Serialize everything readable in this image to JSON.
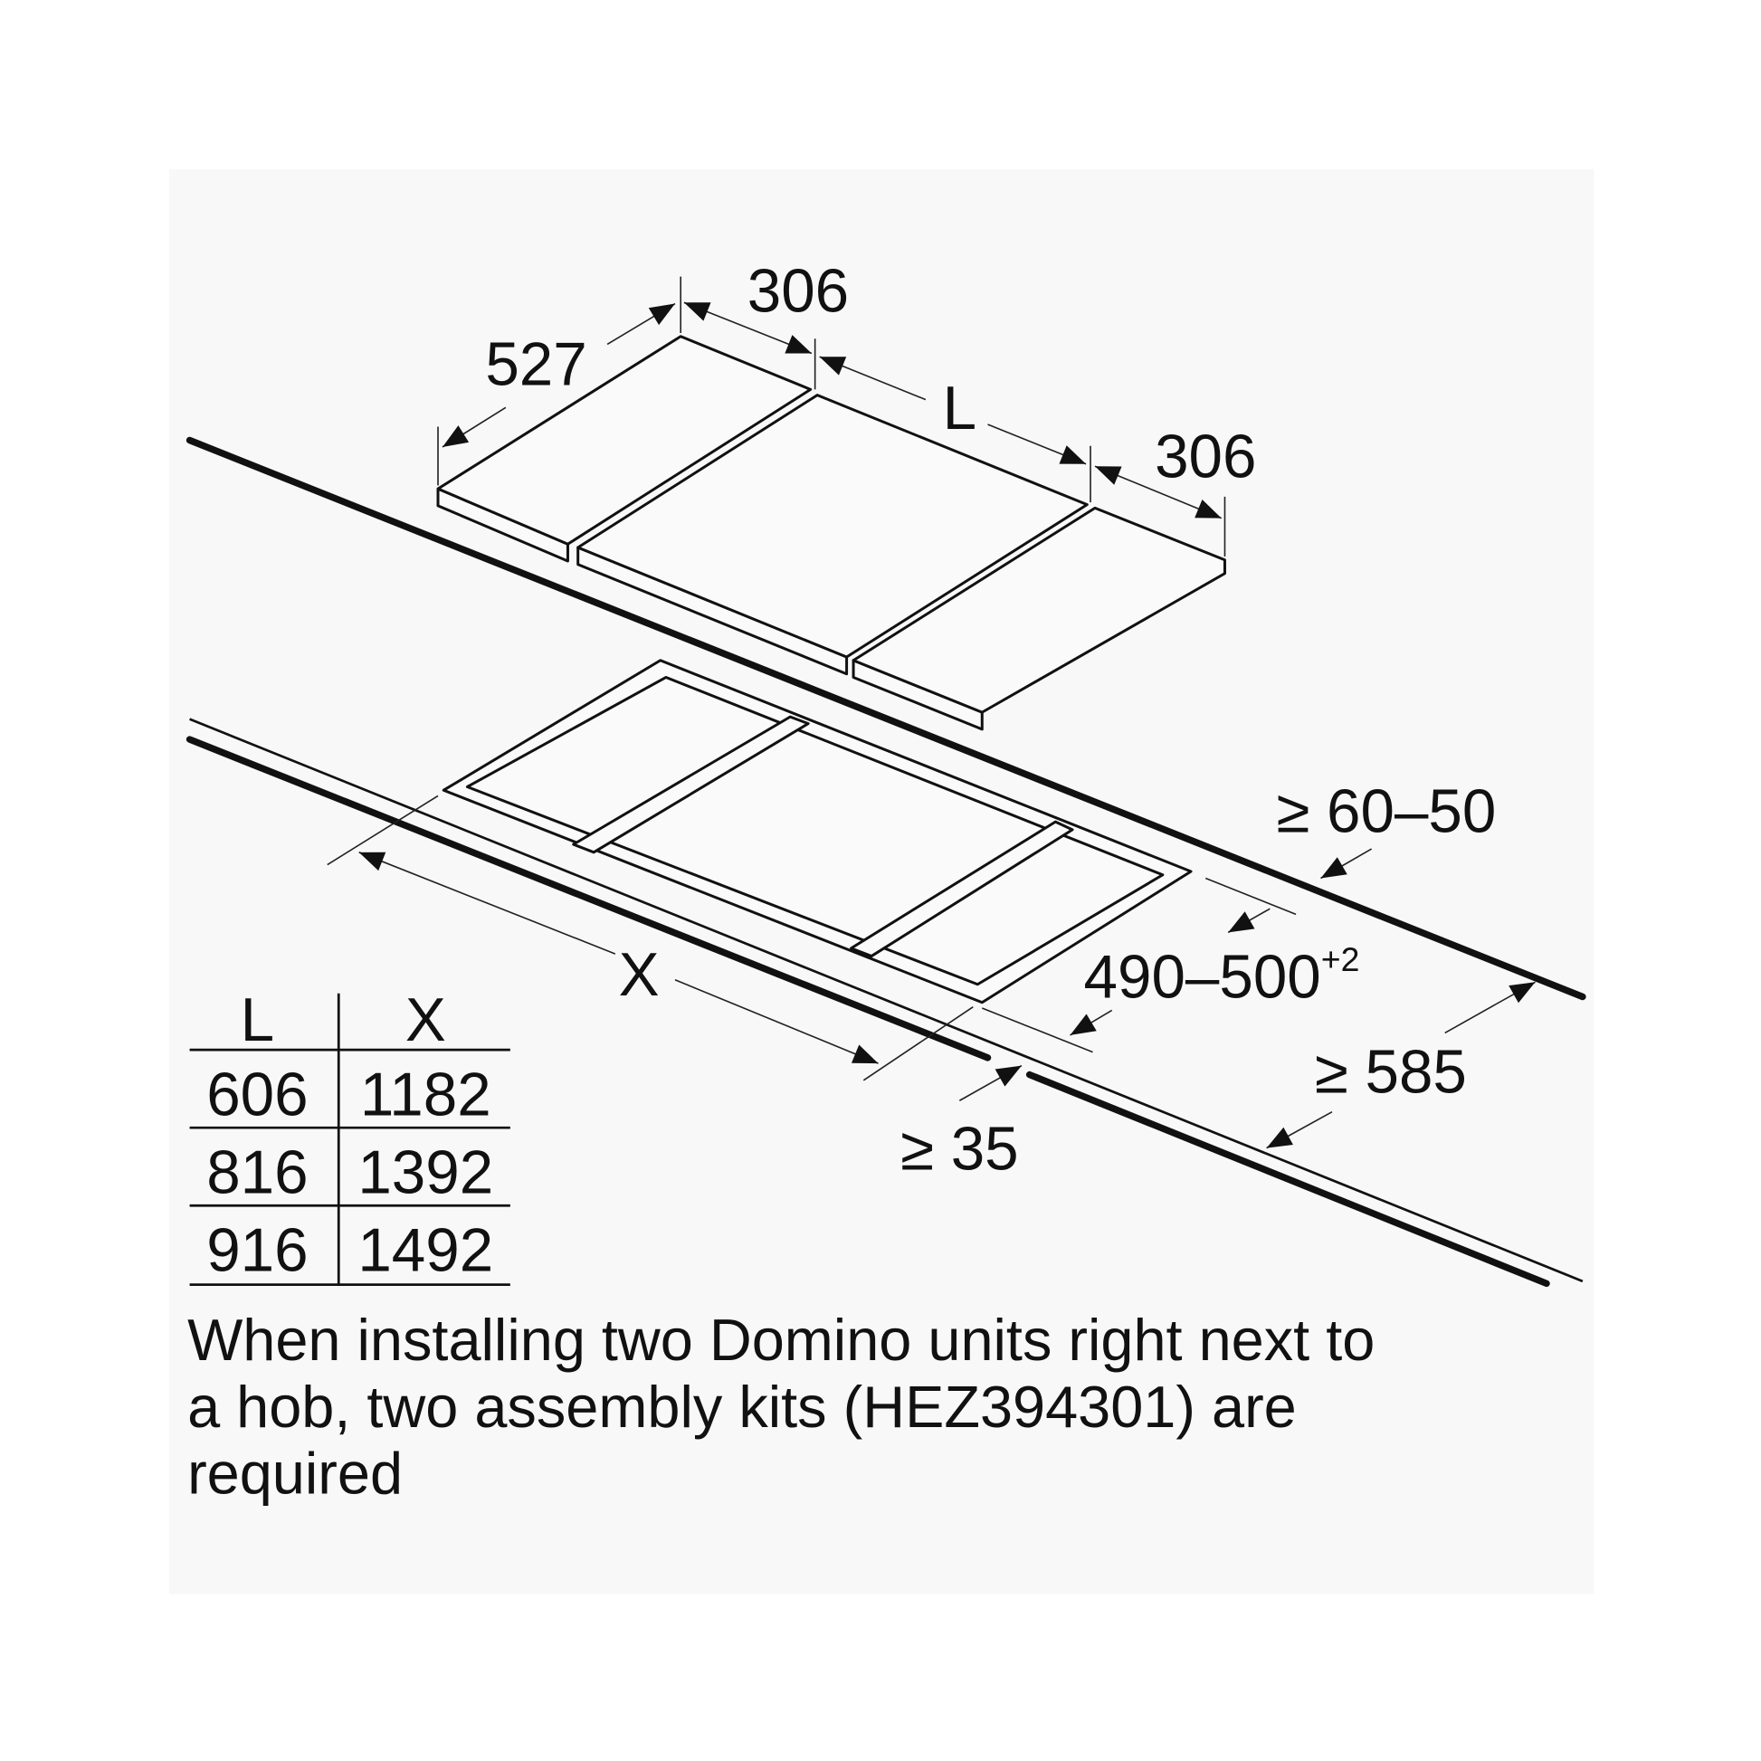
{
  "dimensions": {
    "domino_width_left": "306",
    "depth": "527",
    "hob_length": "L",
    "domino_width_right": "306",
    "back_clearance": "≥ 60–50",
    "cutout_depth": "490–500",
    "cutout_depth_tolerance": "+2",
    "cutout_length": "X",
    "worktop_depth": "≥ 585",
    "front_clearance": "≥ 35"
  },
  "table": {
    "headers": [
      "L",
      "X"
    ],
    "rows": [
      [
        "606",
        "1182"
      ],
      [
        "816",
        "1392"
      ],
      [
        "916",
        "1492"
      ]
    ]
  },
  "note": {
    "lines": [
      "When installing two Domino units right next to",
      "a hob, two assembly kits (HEZ394301) are",
      "required"
    ]
  }
}
